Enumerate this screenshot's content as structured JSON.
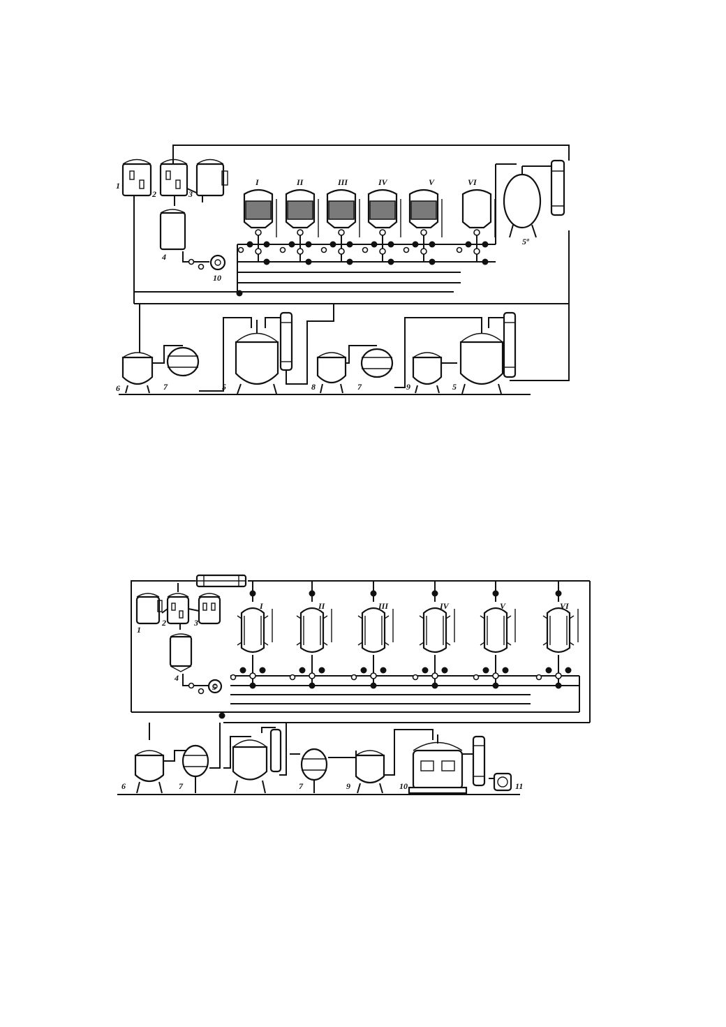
{
  "top": {
    "stage_labels": [
      "I",
      "II",
      "III",
      "IV",
      "V",
      "VI"
    ],
    "equipment_labels": {
      "tank_1": "1",
      "tank_2": "2",
      "tank_3": "3",
      "measurer_4": "4",
      "pump_10": "10",
      "still_5a": "5ª",
      "receiver_6": "6",
      "filter_7a": "7",
      "still_5": "5",
      "receiver_8": "8",
      "filter_7b": "7",
      "receiver_9": "9",
      "still_5b": "5"
    }
  },
  "bottom": {
    "stage_labels": [
      "I",
      "II",
      "III",
      "IV",
      "V",
      "VI"
    ],
    "equipment_labels": {
      "tank_1": "1",
      "tank_2": "2",
      "tank_3": "3",
      "measurer_4": "4",
      "pump_5": "5",
      "receiver_6": "6",
      "filter_7a": "7",
      "filter_7b": "7",
      "receiver_9": "9",
      "vacuum_apparatus_10": "10",
      "vacuum_pump_11": "11"
    }
  }
}
